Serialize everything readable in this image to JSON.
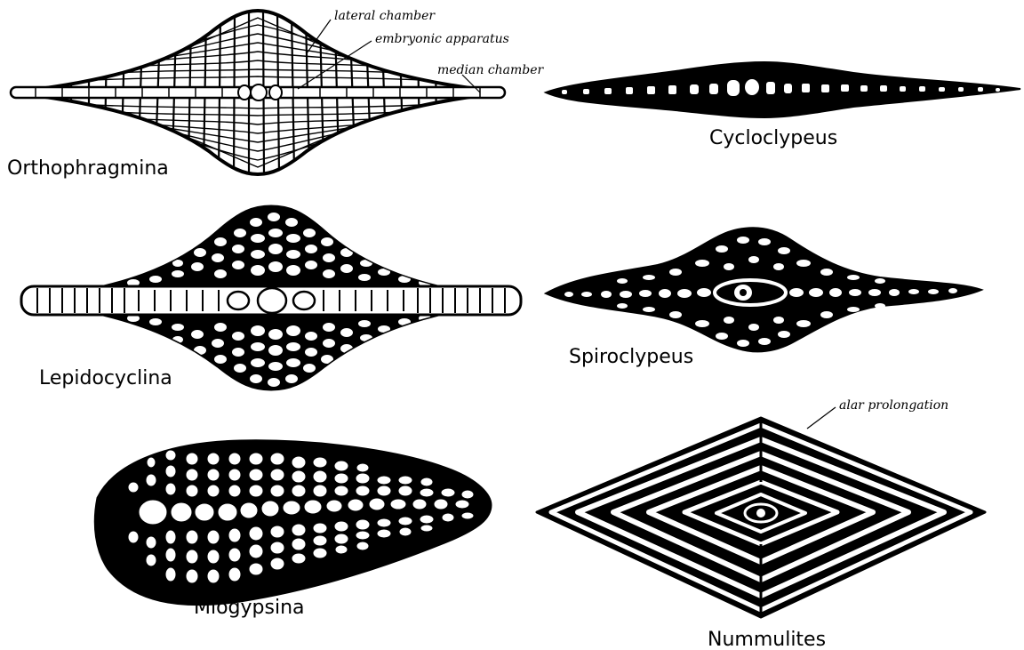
{
  "figure": {
    "specimens": [
      {
        "id": "orthophragmina",
        "name": "Orthophragmina"
      },
      {
        "id": "cycloclypeus",
        "name": "Cycloclypeus"
      },
      {
        "id": "lepidocyclina",
        "name": "Lepidocyclina"
      },
      {
        "id": "spiroclypeus",
        "name": "Spiroclypeus"
      },
      {
        "id": "miogypsina",
        "name": "Miogypsina"
      },
      {
        "id": "nummulites",
        "name": "Nummulites"
      }
    ],
    "annotations": {
      "lateral_chamber": "lateral chamber",
      "embryonic_apparatus": "embryonic apparatus",
      "median_chamber": "median chamber",
      "alar_prolongation": "alar prolongation"
    }
  }
}
